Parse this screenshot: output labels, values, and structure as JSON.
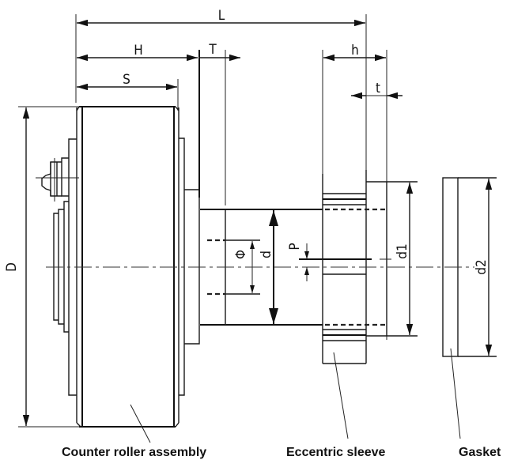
{
  "diagram": {
    "type": "engineering-drawing",
    "subject": "Counter roller with eccentric sleeve and gasket"
  },
  "dimensions": {
    "L": "L",
    "H": "H",
    "T": "T",
    "S": "S",
    "h": "h",
    "t": "t",
    "D": "D",
    "phi": "Φ",
    "d": "d",
    "P": "P",
    "d1": "d1",
    "d2": "d2"
  },
  "labels": {
    "counter_roller": "Counter roller assembly",
    "eccentric_sleeve": "Eccentric sleeve",
    "gasket": "Gasket"
  }
}
